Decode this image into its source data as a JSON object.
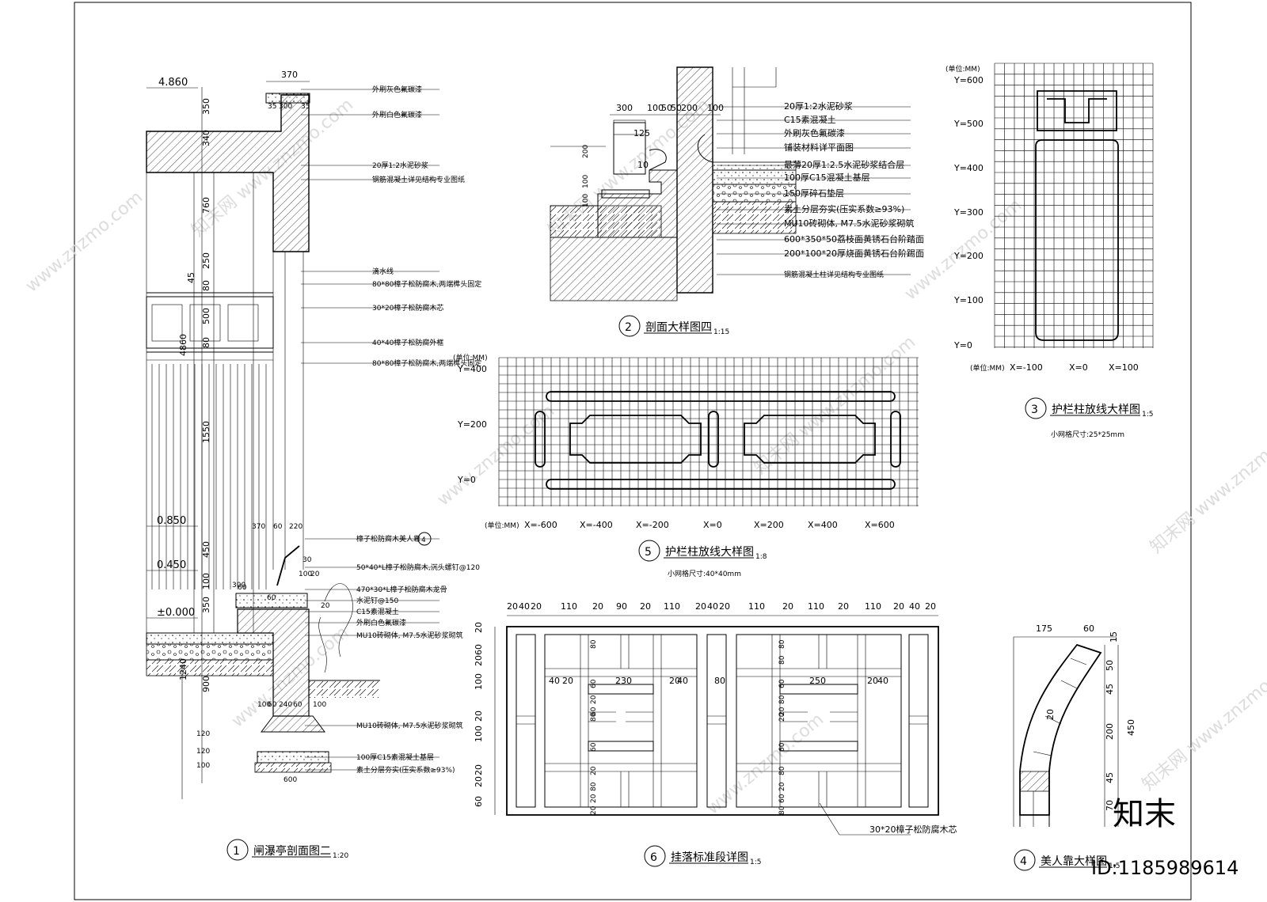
{
  "colors": {
    "line": "#000000",
    "background": "#ffffff",
    "watermark": "#d9d9d9"
  },
  "watermark": {
    "site": "www.znzmo.com",
    "brand": "知末网",
    "logo": "知末",
    "id": "ID:1185989614"
  },
  "drawing1": {
    "num": "1",
    "title": "闸瀑亭剖面图二",
    "scale": "1:20",
    "levels": [
      "4.860",
      "0.850",
      "0.450",
      "±0.000"
    ],
    "dims_top": [
      "370",
      "35",
      "300",
      "35"
    ],
    "dims_left": [
      "350",
      "340",
      "760",
      "250",
      "80",
      "45",
      "500",
      "80",
      "4860",
      "1550",
      "450",
      "100",
      "350",
      "1240",
      "900"
    ],
    "dims_mid": [
      "370",
      "60",
      "220",
      "30",
      "100",
      "20",
      "60",
      "300",
      "60",
      "100",
      "60",
      "240",
      "60",
      "100",
      "120",
      "120",
      "100",
      "600",
      "20"
    ],
    "notes": [
      "外刷灰色氟碳漆",
      "外刷白色氟碳漆",
      "20厚1:2水泥砂浆",
      "钢筋混凝土详见结构专业图纸",
      "滴水线",
      "80*80樟子松防腐木,两端榫头固定",
      "30*20樟子松防腐木芯",
      "40*40樟子松防腐外框",
      "80*80樟子松防腐木,两端榫头固定",
      "樟子松防腐木美人靠",
      "50*40*L樟子松防腐木,沉头螺钉@120",
      "470*30*L樟子松防腐木龙骨",
      "水泥钉@150",
      "C15素混凝土",
      "外刷白色氟碳漆",
      "MU10砖砌体, M7.5水泥砂浆砌筑",
      "MU10砖砌体, M7.5水泥砂浆砌筑",
      "100厚C15素混凝土基层",
      "素土分层夯实(压实系数≥93%)"
    ],
    "callout": "4"
  },
  "drawing2": {
    "num": "2",
    "title": "剖面大样图四",
    "scale": "1:15",
    "dims": [
      "300",
      "100",
      "50",
      "50",
      "200",
      "100",
      "125",
      "200",
      "10",
      "100",
      "100"
    ],
    "notes": [
      "20厚1:2水泥砂浆",
      "C15素混凝土",
      "外刷灰色氟碳漆",
      "铺装材料详平面图",
      "最薄20厚1:2.5水泥砂浆结合层",
      "100厚C15混凝土基层",
      "150厚碎石垫层",
      "素土分层夯实(压实系数≥93%)",
      "MU10砖砌体, M7.5水泥砂浆砌筑",
      "600*350*50荔枝面黄锈石台阶踏面",
      "200*100*20厚烧面黄锈石台阶踢面",
      "钢筋混凝土柱详见结构专业图纸"
    ]
  },
  "drawing3": {
    "num": "3",
    "title": "护栏柱放线大样图",
    "scale": "1:5",
    "unit": "(单位:MM)",
    "y_labels": [
      "Y=600",
      "Y=500",
      "Y=400",
      "Y=300",
      "Y=200",
      "Y=100",
      "Y=0"
    ],
    "x_labels": [
      "X=-100",
      "X=0",
      "X=100"
    ],
    "grid_note": "小网格尺寸:25*25mm"
  },
  "drawing4": {
    "num": "4",
    "title": "美人靠大样图",
    "scale": "1:5",
    "dims": [
      "175",
      "60",
      "15",
      "50",
      "45",
      "200",
      "450",
      "45",
      "70",
      "20"
    ]
  },
  "drawing5": {
    "num": "5",
    "title": "护栏柱放线大样图",
    "scale": "1:8",
    "unit": "(单位:MM)",
    "y_labels": [
      "Y=400",
      "Y=200",
      "Y=0"
    ],
    "x_labels": [
      "X=-600",
      "X=-400",
      "X=-200",
      "X=0",
      "X=200",
      "X=400",
      "X=600"
    ],
    "grid_note": "小网格尺寸:40*40mm"
  },
  "drawing6": {
    "num": "6",
    "title": "挂落标准段详图",
    "scale": "1:5",
    "dims_top": [
      "20",
      "40",
      "20",
      "110",
      "20",
      "90",
      "20",
      "110",
      "20",
      "40",
      "20",
      "110",
      "20",
      "110",
      "20",
      "110",
      "20",
      "40",
      "20"
    ],
    "dims_left": [
      "20",
      "60",
      "20",
      "100",
      "20",
      "100",
      "20",
      "20",
      "60"
    ],
    "dims_inner": [
      "80",
      "80",
      "40",
      "20",
      "230",
      "20",
      "40",
      "80",
      "250",
      "20",
      "40",
      "60",
      "20",
      "80",
      "60",
      "20",
      "80",
      "20",
      "60",
      "80",
      "20",
      "60",
      "80",
      "20",
      "60",
      "20",
      "80",
      "60",
      "20",
      "80"
    ],
    "note": "30*20樟子松防腐木芯"
  }
}
